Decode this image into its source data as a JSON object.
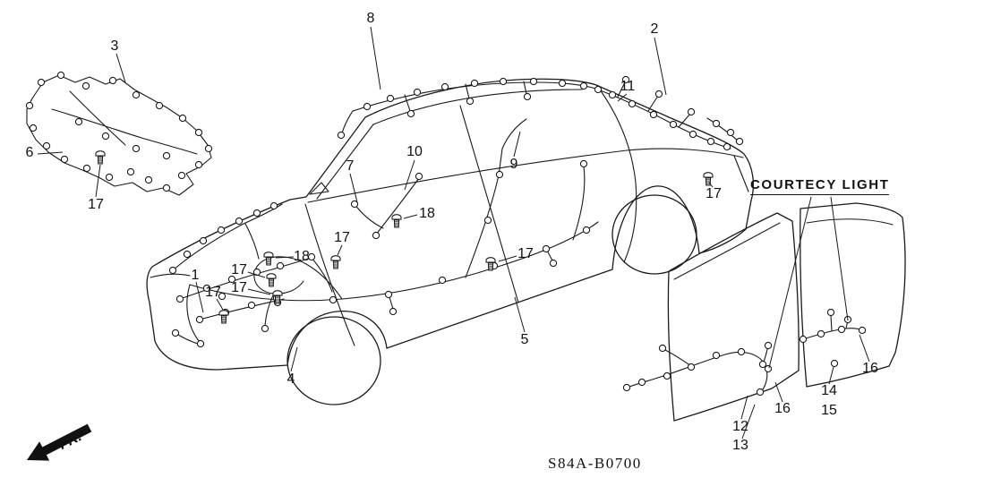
{
  "diagram": {
    "drawing_code": "S84A-B0700",
    "courtesy_light_label": "COURTECY LIGHT",
    "fr_label": "FR.",
    "line_color": "#1a1a1a",
    "background_color": "#ffffff",
    "callouts": [
      {
        "label": "3"
      },
      {
        "label": "8"
      },
      {
        "label": "2"
      },
      {
        "label": "11"
      },
      {
        "label": "6"
      },
      {
        "label": "17"
      },
      {
        "label": "7"
      },
      {
        "label": "10"
      },
      {
        "label": "9"
      },
      {
        "label": "18"
      },
      {
        "label": "17"
      },
      {
        "label": "17"
      },
      {
        "label": "18"
      },
      {
        "label": "17"
      },
      {
        "label": "1"
      },
      {
        "label": "17"
      },
      {
        "label": "17"
      },
      {
        "label": "5"
      },
      {
        "label": "4"
      },
      {
        "label": "17"
      },
      {
        "label": "12"
      },
      {
        "label": "13"
      },
      {
        "label": "16"
      },
      {
        "label": "14"
      },
      {
        "label": "15"
      },
      {
        "label": "16"
      }
    ]
  }
}
